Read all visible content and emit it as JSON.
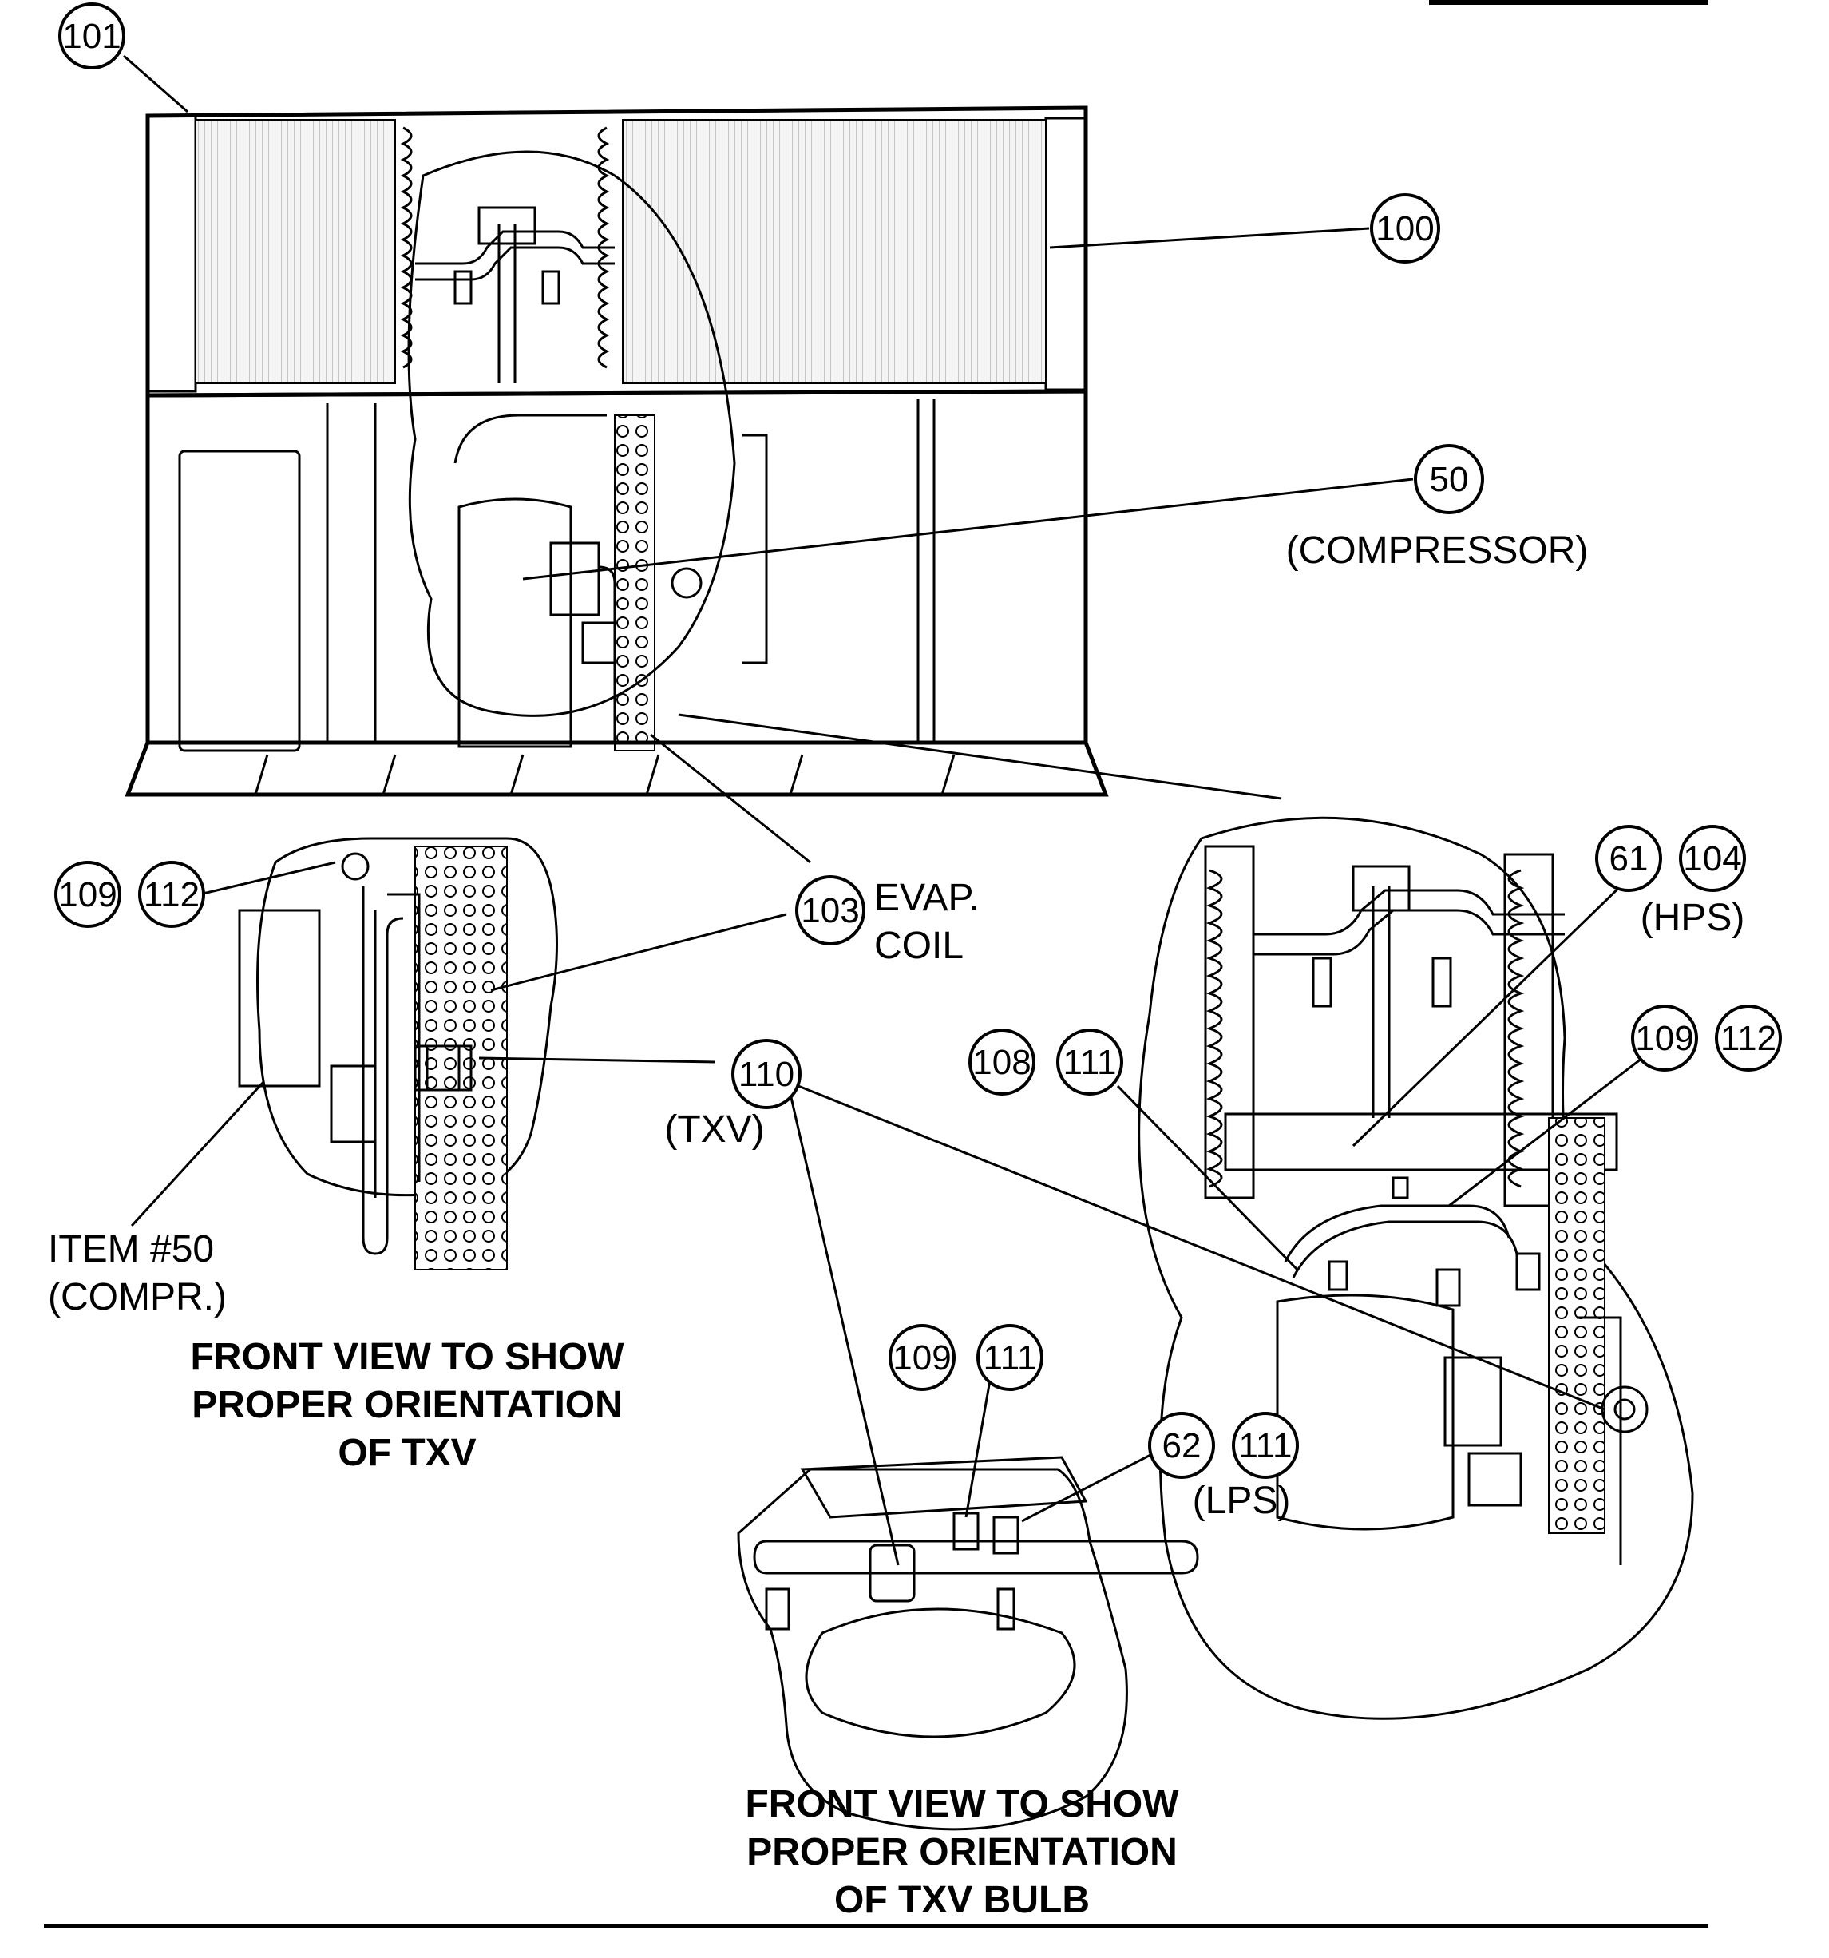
{
  "callouts": {
    "c101": "101",
    "c100": "100",
    "c50": "50",
    "c103": "103",
    "c109_left": "109",
    "c112_left": "112",
    "c61": "61",
    "c104": "104",
    "c108": "108",
    "c111_mid": "111",
    "c109_right": "109",
    "c112_right": "112",
    "c110": "110",
    "c109_bottom": "109",
    "c111_bottom": "111",
    "c62": "62",
    "c111_lps": "111"
  },
  "labels": {
    "compressor": "(COMPRESSOR)",
    "evap_line1": "EVAP.",
    "evap_line2": "COIL",
    "hps": "(HPS)",
    "txv": "(TXV)",
    "lps": "(LPS)",
    "item50_line1": "ITEM #50",
    "item50_line2": "(COMPR.)"
  },
  "captions": {
    "left_line1": "FRONT VIEW TO SHOW",
    "left_line2": "PROPER ORIENTATION",
    "left_line3": "OF TXV",
    "bottom_line1": "FRONT VIEW TO SHOW",
    "bottom_line2": "PROPER ORIENTATION",
    "bottom_line3": "OF TXV BULB"
  }
}
